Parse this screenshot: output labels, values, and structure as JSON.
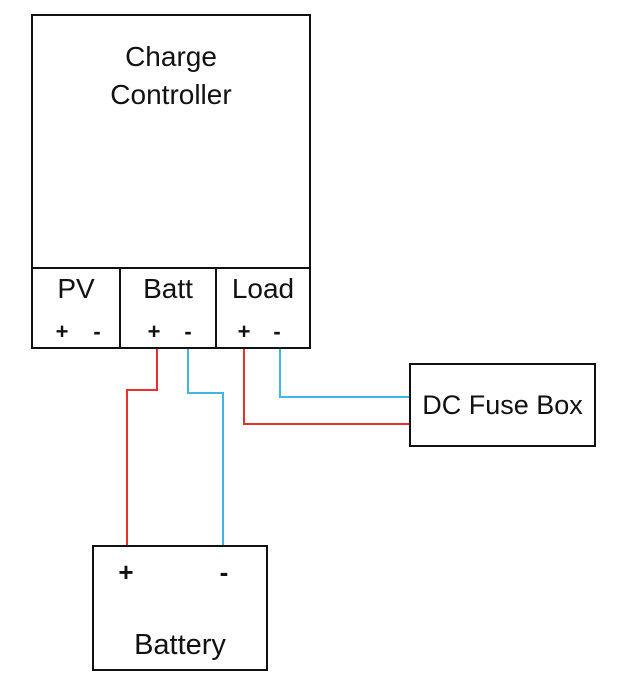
{
  "charge_controller": {
    "label_line1": "Charge",
    "label_line2": "Controller",
    "terminals": [
      {
        "label": "PV",
        "plus": "+",
        "minus": "-"
      },
      {
        "label": "Batt",
        "plus": "+",
        "minus": "-"
      },
      {
        "label": "Load",
        "plus": "+",
        "minus": "-"
      }
    ]
  },
  "dc_fuse_box": {
    "label": "DC Fuse Box"
  },
  "battery": {
    "label": "Battery",
    "plus": "+",
    "minus": "-"
  },
  "wires": [
    {
      "name": "batt-positive-wire",
      "polarity": "positive",
      "from": "Charge Controller Batt +",
      "to": "Battery +"
    },
    {
      "name": "batt-negative-wire",
      "polarity": "negative",
      "from": "Charge Controller Batt -",
      "to": "Battery -"
    },
    {
      "name": "load-positive-wire",
      "polarity": "positive",
      "from": "Charge Controller Load +",
      "to": "DC Fuse Box"
    },
    {
      "name": "load-negative-wire",
      "polarity": "negative",
      "from": "Charge Controller Load -",
      "to": "DC Fuse Box"
    }
  ],
  "colors": {
    "positive_wire": "#e8302e",
    "negative_wire": "#42b5e8",
    "outline": "#111111",
    "background": "#ffffff"
  }
}
